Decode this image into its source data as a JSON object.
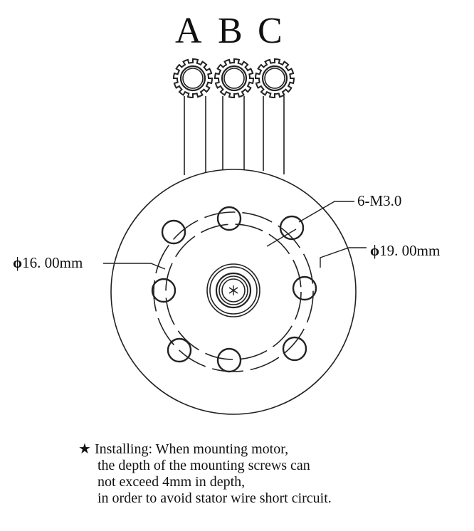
{
  "phases": [
    "A",
    "B",
    "C"
  ],
  "labels": {
    "screws": "6-M3.0",
    "inner_diameter": "16. 00mm",
    "outer_diameter": "19. 00mm",
    "diameter_symbol": "ϕ"
  },
  "note": {
    "star": "★",
    "lines": [
      "Installing:  When mounting motor,",
      "the depth of the mounting screws can",
      "not exceed 4mm in depth,",
      "in order to avoid stator wire short circuit."
    ]
  }
}
